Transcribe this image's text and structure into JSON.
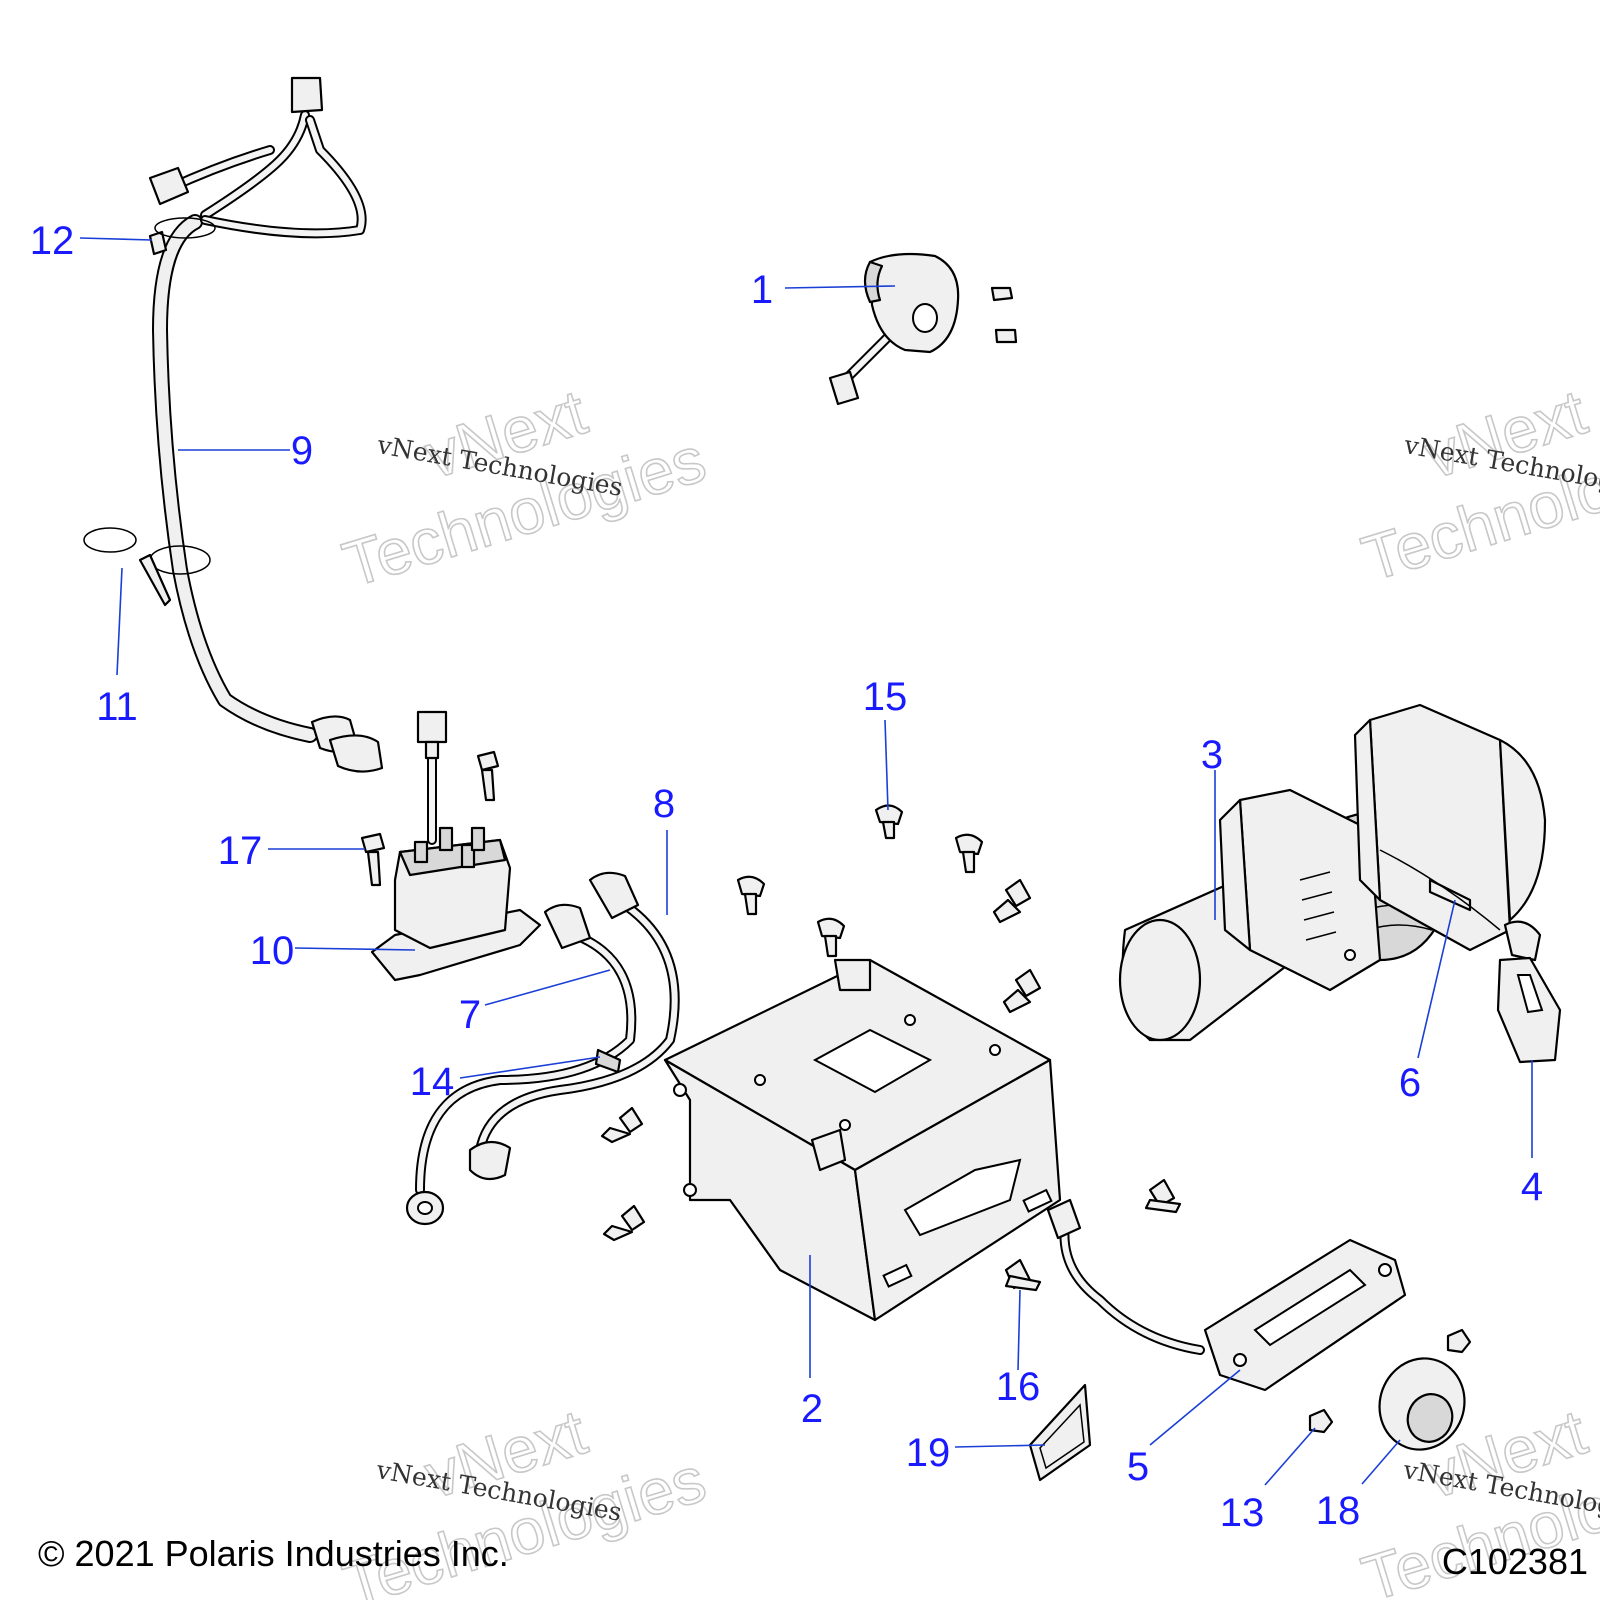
{
  "diagram": {
    "callouts": [
      "1",
      "2",
      "3",
      "4",
      "5",
      "6",
      "7",
      "8",
      "9",
      "10",
      "11",
      "12",
      "13",
      "14",
      "15",
      "16",
      "17",
      "18",
      "19"
    ],
    "copyright": "© 2021 Polaris Industries Inc.",
    "figure_id": "C102381"
  },
  "watermark": {
    "line1": "vNext",
    "line2": "Technologies",
    "small": "vNext Technologies"
  }
}
